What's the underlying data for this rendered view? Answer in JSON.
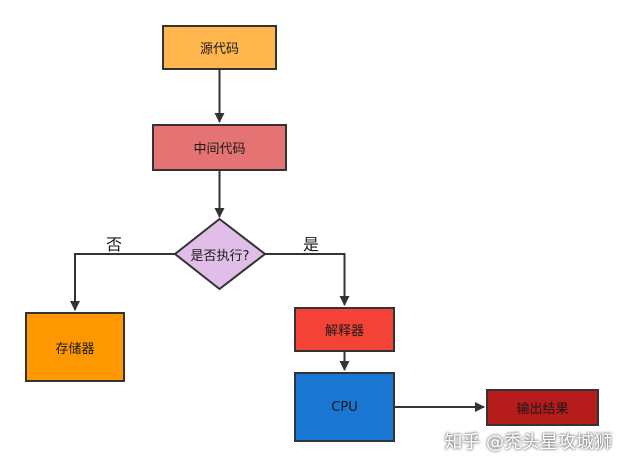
{
  "nodes": {
    "source_code": "源代码",
    "intermediate_code": "中间代码",
    "decision": "是否执行?",
    "storage": "存储器",
    "interpreter": "解释器",
    "cpu": "CPU",
    "output": "输出结果"
  },
  "edges": {
    "no_label": "否",
    "yes_label": "是"
  },
  "watermark": "知乎 @秃头星攻城狮",
  "colors": {
    "source_code": "#ffb74d",
    "intermediate_code": "#e57373",
    "decision": "#e1bee7",
    "storage": "#ff9800",
    "interpreter": "#f44336",
    "cpu": "#1976d2",
    "output": "#b71c1c",
    "lines": "#333333"
  }
}
